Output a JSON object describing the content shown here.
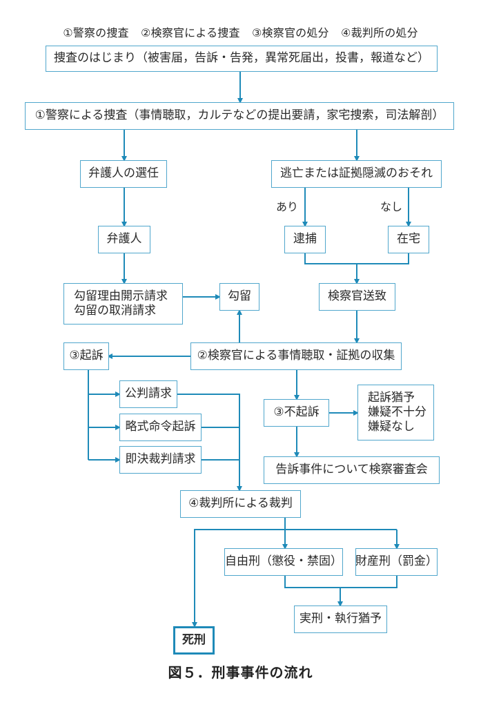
{
  "legend": [
    "①警察の捜査",
    "②検察官による捜査",
    "③検察官の処分",
    "④裁判所の処分"
  ],
  "nodes": {
    "start": "捜査のはじまり（被害届，告訴・告発，異常死届出，投書，報道など）",
    "police": "①警察による捜査（事情聴取，カルテなどの提出要請，家宅捜索，司法解剖）",
    "lawyer_selection": "弁護人の選任",
    "flight_risk": "逃亡または証拠隠滅のおそれ",
    "lawyer": "弁護人",
    "arrest": "逮捕",
    "at_home": "在宅",
    "detention_request": [
      "勾留理由開示請求",
      "勾留の取消請求"
    ],
    "detention": "勾留",
    "referral": "検察官送致",
    "indictment": "③起訴",
    "prosecutor": "②検察官による事情聴取・証拠の収集",
    "public_trial": "公判請求",
    "summary_order": "略式命令起訴",
    "speedy_trial": "即決裁判請求",
    "non_indictment": "③不起訴",
    "non_indictment_reasons": [
      "起訴猶予",
      "嫌疑不十分",
      "嫌疑なし"
    ],
    "inquest": "告訴事件について検察審査会",
    "court": "④裁判所による裁判",
    "imprisonment": "自由刑（懲役・禁固）",
    "fine": "財産刑（罰金）",
    "sentence": "実刑・執行猶予",
    "death": "死刑"
  },
  "branch_labels": {
    "yes": "あり",
    "no": "なし"
  },
  "caption": "図５．刑事事件の流れ",
  "colors": {
    "line": "#1e8ab8",
    "box_border": "#4fa6cc"
  }
}
